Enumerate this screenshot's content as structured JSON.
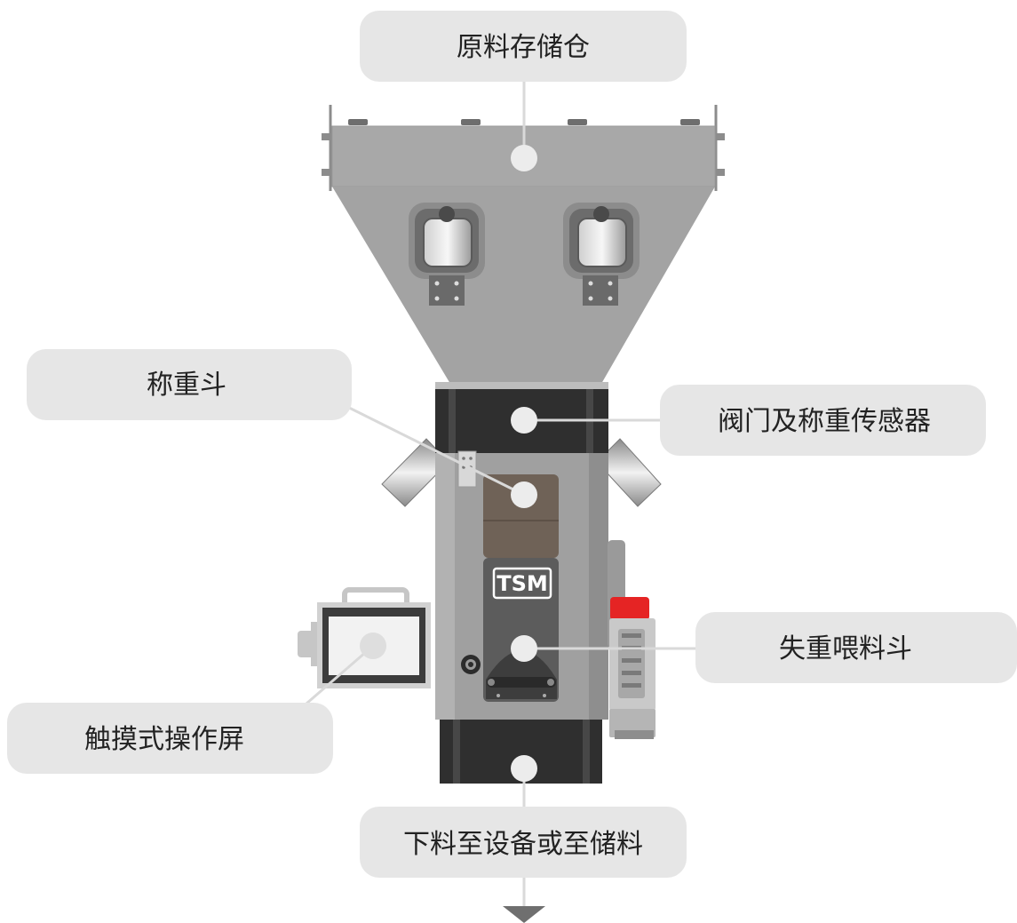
{
  "machine": {
    "logo_text": "TSM"
  },
  "callouts": {
    "storage_bin": "原料存储仓",
    "weigh_hopper": "称重斗",
    "valve_sensor": "阀门及称重传感器",
    "loss_weight_hopper": "失重喂料斗",
    "touch_screen": "触摸式操作屏",
    "discharge": "下料至设备或至储料"
  },
  "colors": {
    "callout_bg": "#e6e6e6",
    "body_gray": "#9f9f9f",
    "dark_band": "#2f2f2f",
    "hopper_gray": "#a5a5a5",
    "window_brown": "#6f6257",
    "alarm_red": "#e52424",
    "text": "#222222"
  }
}
